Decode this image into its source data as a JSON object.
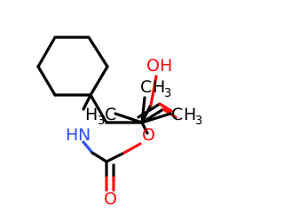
{
  "diagram": {
    "type": "structural-formula",
    "colors": {
      "background": "#ffffff",
      "carbon_bond": "#000000",
      "oxygen": "#ff0d0d",
      "nitrogen": "#3050f8"
    },
    "labels": {
      "hydroxyl_o": "O",
      "hydroxyl_h": "H",
      "methyl_top_c": "C",
      "methyl_top_h": "H",
      "methyl_top_sub": "3",
      "methyl_left_h": "H",
      "methyl_left_sub": "3",
      "methyl_left_c": "C",
      "methyl_right_c": "C",
      "methyl_right_h": "H",
      "methyl_right_sub": "3",
      "amine_h": "H",
      "amine_n": "N",
      "ester_o": "O",
      "carbonyl_o": "O"
    }
  }
}
